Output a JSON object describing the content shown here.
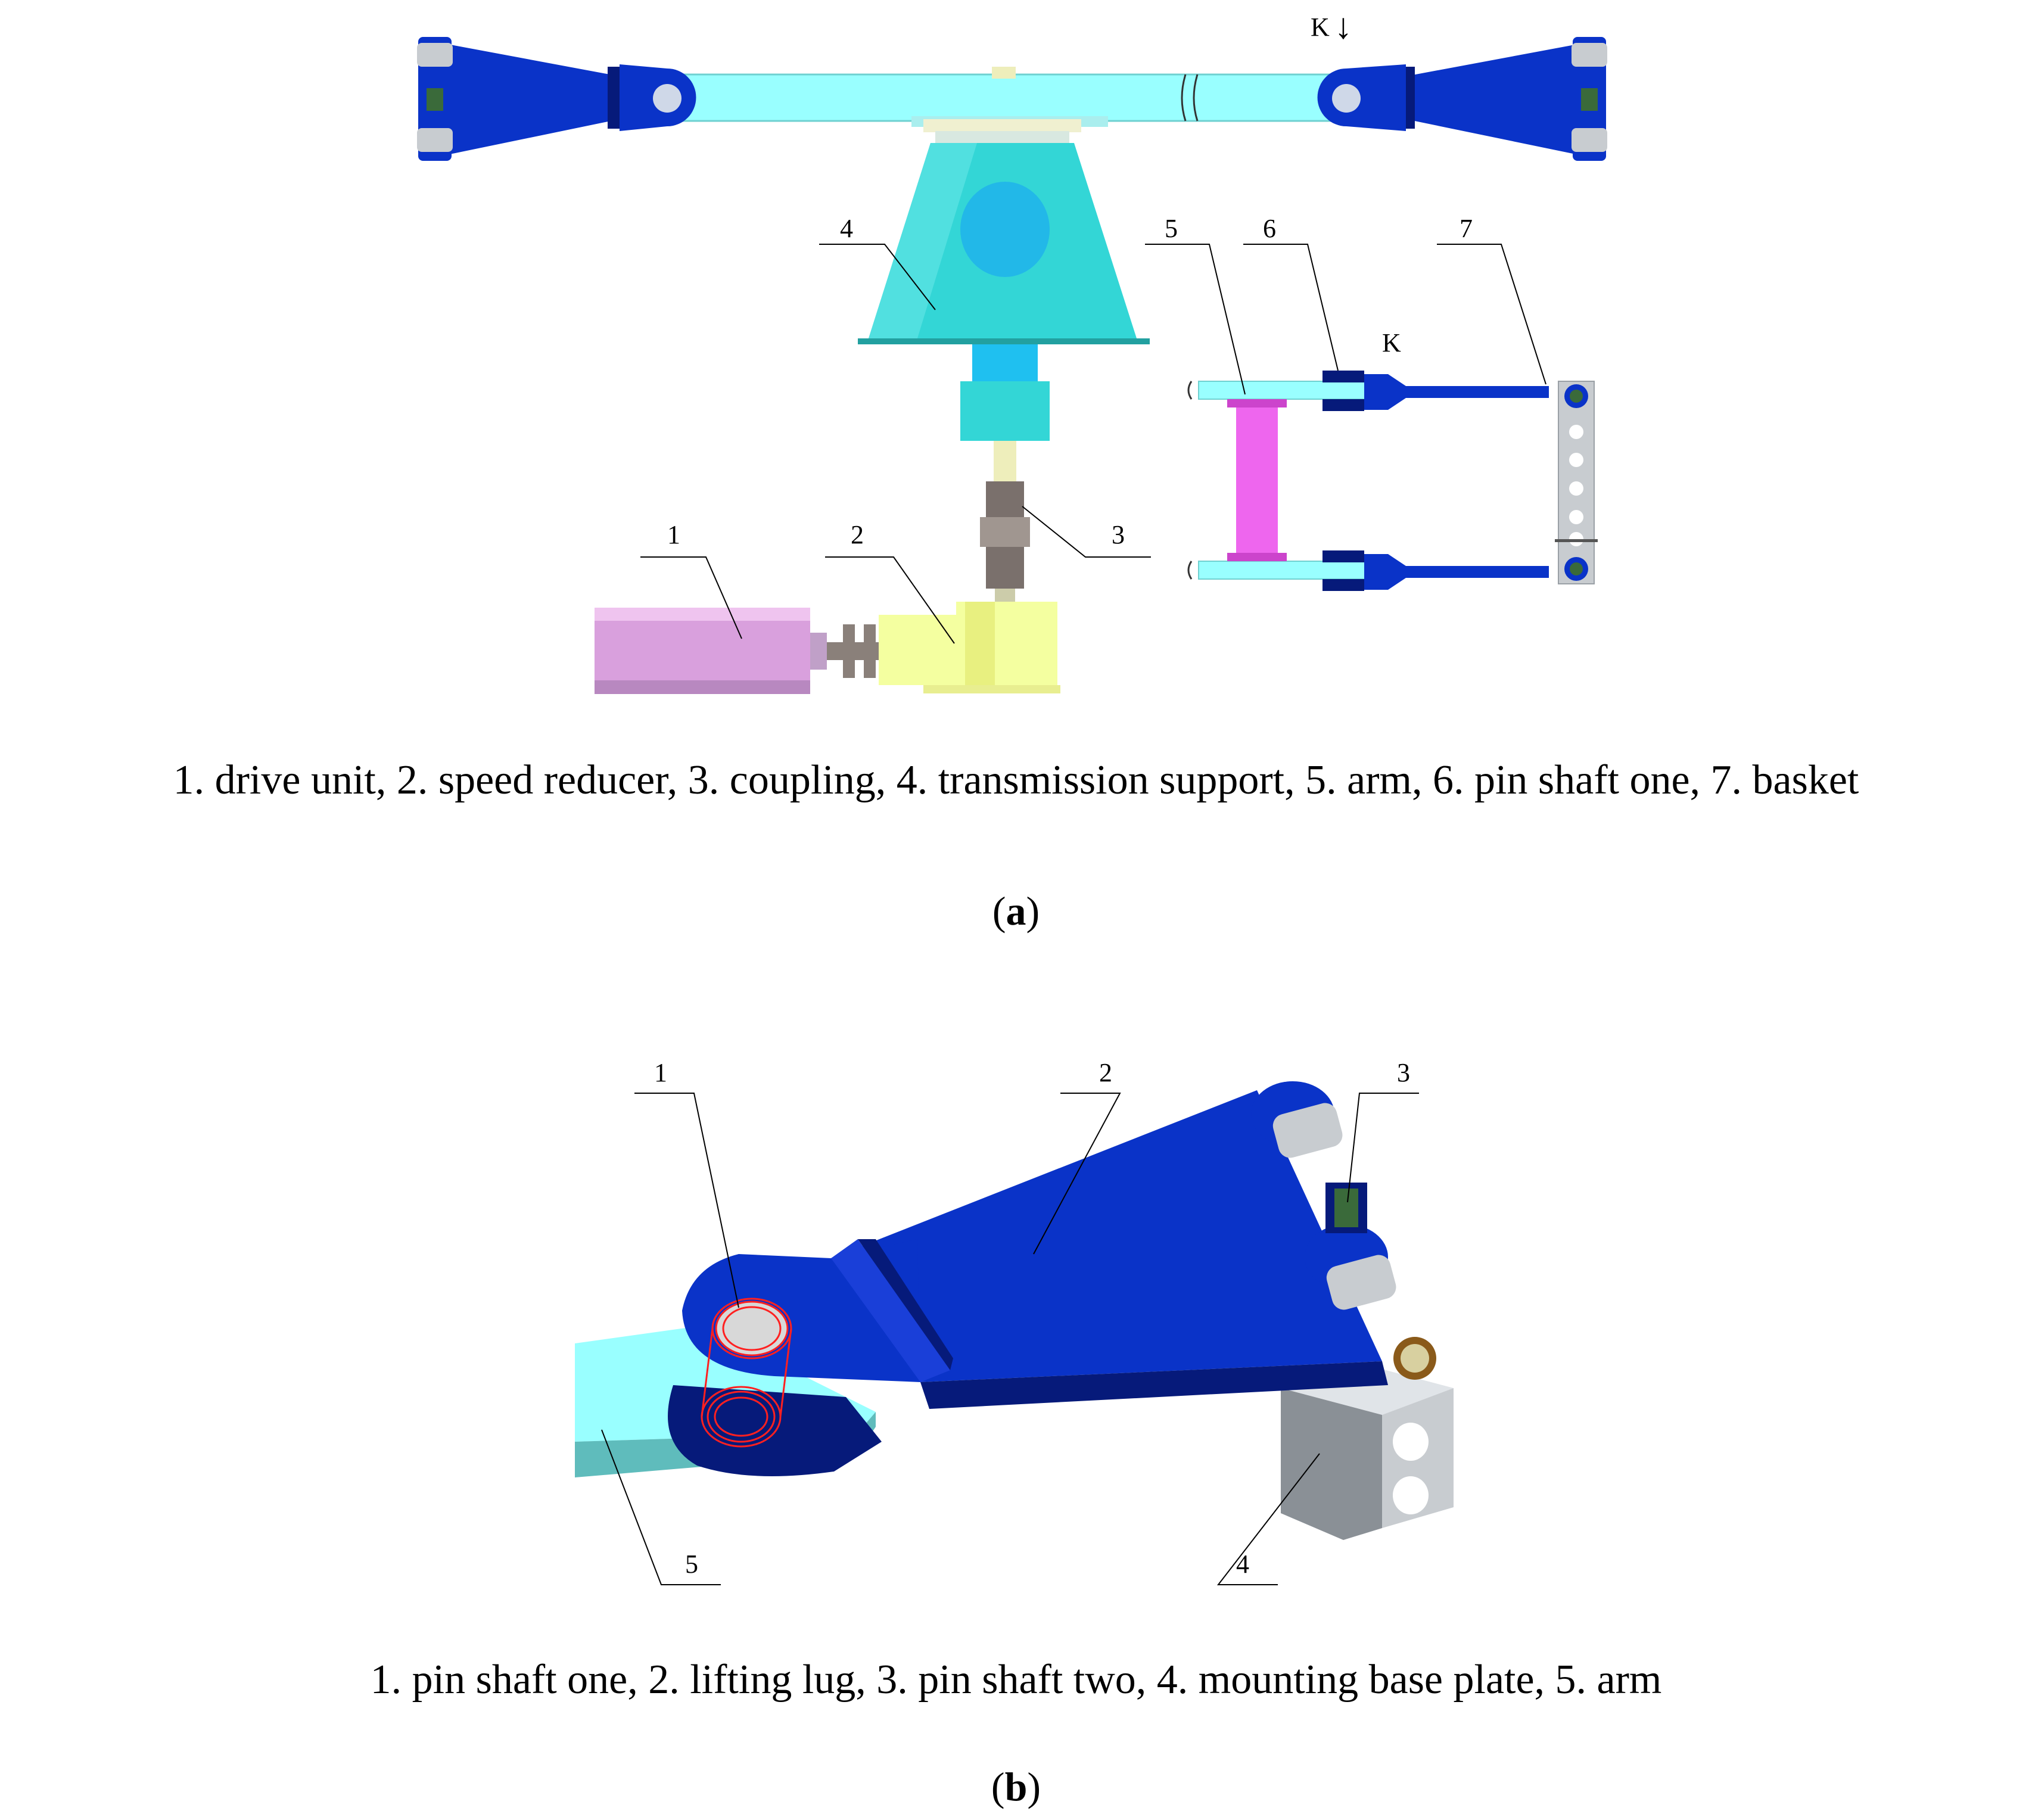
{
  "figure_a": {
    "view_marker": "K",
    "view_arrow": "↓",
    "callouts": [
      "1",
      "2",
      "3",
      "4",
      "5",
      "6",
      "7"
    ],
    "caption": "1. drive unit, 2. speed reducer, 3. coupling, 4. transmission support, 5. arm, 6. pin shaft one, 7. basket",
    "sub_open": "(",
    "sub_letter": "a",
    "sub_close": ")"
  },
  "figure_b": {
    "callouts": [
      "1",
      "2",
      "3",
      "4",
      "5"
    ],
    "caption": "1. pin shaft one, 2. lifting lug, 3. pin shaft two, 4. mounting base plate, 5. arm",
    "sub_open": "(",
    "sub_letter": "b",
    "sub_close": ")"
  },
  "colors": {
    "blue": "#0a33c8",
    "dark_blue": "#061a7a",
    "cyan_arm": "#99ffff",
    "teal_support": "#33d6d6",
    "pink_bar": "#ee66ee",
    "drive_pink": "#d9a0dd",
    "reducer_yellow": "#f4ffa0",
    "coupling_gray": "#7a706c",
    "plate_gray": "#c8ccd0",
    "pin_green": "#3a6a3a",
    "pin_red": "#ff2020"
  }
}
